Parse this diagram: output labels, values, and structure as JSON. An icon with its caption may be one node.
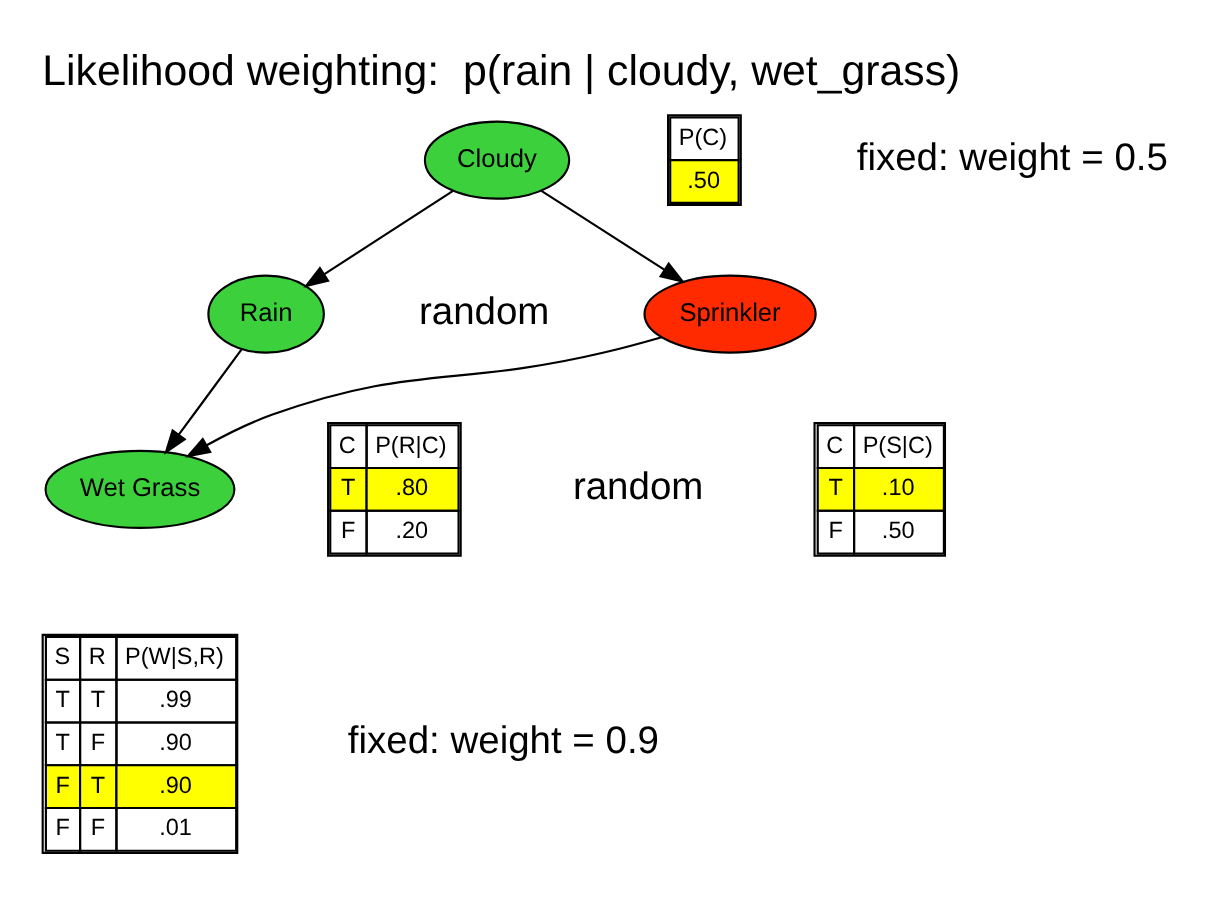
{
  "diagram": {
    "title": "Likelihood weighting:  p(rain | cloudy, wet_grass)",
    "nodes": [
      {
        "text": [
          "Cloudy"
        ]
      },
      {
        "text": [
          "Sprinkler"
        ]
      },
      {
        "text": [
          "Rain"
        ]
      },
      {
        "text": [
          "Wet Grass"
        ]
      }
    ],
    "edges": [
      {
        "from": 0,
        "to": 1,
        "arrow": "to"
      },
      {
        "from": 0,
        "to": 2,
        "arrow": "to"
      },
      {
        "from": 1,
        "to": 3,
        "arrow": "to"
      },
      {
        "from": 2,
        "to": 3,
        "arrow": "to"
      }
    ],
    "labels": [
      "P(C)",
      ".50",
      "fixed: weight = 0.5",
      "random",
      "C",
      "P(S|C)",
      "T",
      ".10",
      "F",
      ".50",
      "random",
      "C",
      "P(R|C)",
      "T",
      ".80",
      "F",
      ".20",
      "S",
      "R",
      "P(W|S,R)",
      "T",
      "T",
      ".99",
      "T",
      "F",
      ".90",
      "F",
      "T",
      ".90",
      "F",
      "F",
      ".01",
      "fixed: weight = 0.9"
    ]
  }
}
